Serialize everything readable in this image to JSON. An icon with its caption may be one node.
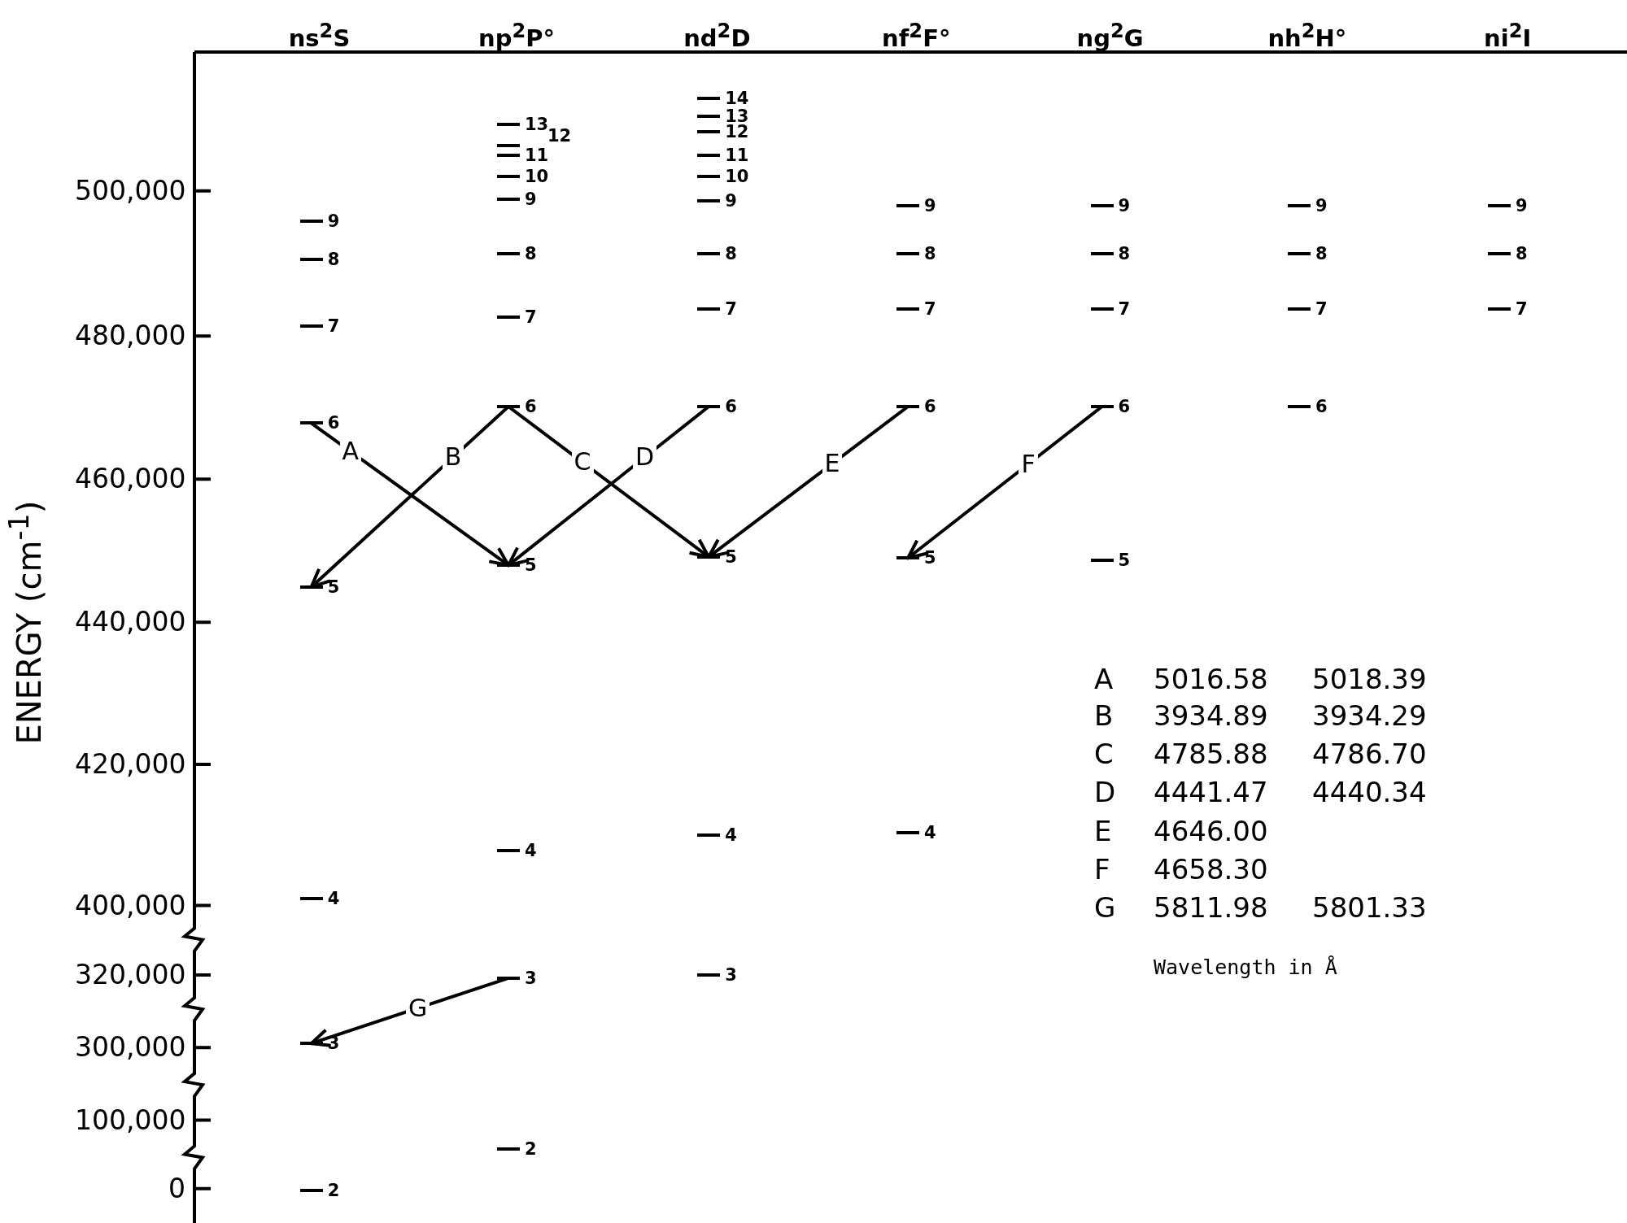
{
  "diagram": {
    "nodes": [
      {
        "text": [],
        "shape": "bar",
        "beside": [
          "9"
        ]
      },
      {
        "text": [],
        "shape": "bar",
        "beside": [
          "8"
        ]
      },
      {
        "text": [],
        "shape": "bar",
        "beside": [
          "7"
        ]
      },
      {
        "text": [],
        "shape": "bar",
        "beside": [
          "6"
        ]
      },
      {
        "text": [],
        "shape": "bar",
        "beside": [
          "5"
        ]
      },
      {
        "text": [],
        "shape": "bar",
        "beside": [
          "4"
        ]
      },
      {
        "text": [],
        "shape": "bar",
        "beside": [
          "3"
        ]
      },
      {
        "text": [],
        "shape": "bar",
        "beside": [
          "2"
        ]
      },
      {
        "text": [],
        "shape": "bar",
        "beside": [
          "13"
        ]
      },
      {
        "text": [],
        "shape": "bar",
        "beside": [
          "12"
        ]
      },
      {
        "text": [],
        "shape": "bar",
        "beside": [
          "11"
        ]
      },
      {
        "text": [],
        "shape": "bar",
        "beside": [
          "10"
        ]
      },
      {
        "text": [],
        "shape": "bar",
        "beside": [
          "9"
        ]
      },
      {
        "text": [],
        "shape": "bar",
        "beside": [
          "8"
        ]
      },
      {
        "text": [],
        "shape": "bar",
        "beside": [
          "7"
        ]
      },
      {
        "text": [],
        "shape": "bar",
        "beside": [
          "6"
        ]
      },
      {
        "text": [],
        "shape": "bar",
        "beside": [
          "5"
        ]
      },
      {
        "text": [],
        "shape": "bar",
        "beside": [
          "4"
        ]
      },
      {
        "text": [],
        "shape": "bar",
        "beside": [
          "3"
        ]
      },
      {
        "text": [],
        "shape": "bar",
        "beside": [
          "2"
        ]
      },
      {
        "text": [],
        "shape": "bar",
        "beside": [
          "14"
        ]
      },
      {
        "text": [],
        "shape": "bar",
        "beside": [
          "13"
        ]
      },
      {
        "text": [],
        "shape": "bar",
        "beside": [
          "12"
        ]
      },
      {
        "text": [],
        "shape": "bar",
        "beside": [
          "11"
        ]
      },
      {
        "text": [],
        "shape": "bar",
        "beside": [
          "10"
        ]
      },
      {
        "text": [],
        "shape": "bar",
        "beside": [
          "9"
        ]
      },
      {
        "text": [],
        "shape": "bar",
        "beside": [
          "8"
        ]
      },
      {
        "text": [],
        "shape": "bar",
        "beside": [
          "7"
        ]
      },
      {
        "text": [],
        "shape": "bar",
        "beside": [
          "6"
        ]
      },
      {
        "text": [],
        "shape": "bar",
        "beside": [
          "5"
        ]
      },
      {
        "text": [],
        "shape": "bar",
        "beside": [
          "4"
        ]
      },
      {
        "text": [],
        "shape": "bar",
        "beside": [
          "3"
        ]
      },
      {
        "text": [],
        "shape": "bar",
        "beside": [
          "9"
        ]
      },
      {
        "text": [],
        "shape": "bar",
        "beside": [
          "8"
        ]
      },
      {
        "text": [],
        "shape": "bar",
        "beside": [
          "7"
        ]
      },
      {
        "text": [],
        "shape": "bar",
        "beside": [
          "6"
        ]
      },
      {
        "text": [],
        "shape": "bar",
        "beside": [
          "5"
        ]
      },
      {
        "text": [],
        "shape": "bar",
        "beside": [
          "4"
        ]
      },
      {
        "text": [],
        "shape": "bar",
        "beside": [
          "9"
        ]
      },
      {
        "text": [],
        "shape": "bar",
        "beside": [
          "8"
        ]
      },
      {
        "text": [],
        "shape": "bar",
        "beside": [
          "7"
        ]
      },
      {
        "text": [],
        "shape": "bar",
        "beside": [
          "6"
        ]
      },
      {
        "text": [],
        "shape": "bar",
        "beside": [
          "5"
        ]
      },
      {
        "text": [],
        "shape": "bar",
        "beside": [
          "9"
        ]
      },
      {
        "text": [],
        "shape": "bar",
        "beside": [
          "8"
        ]
      },
      {
        "text": [],
        "shape": "bar",
        "beside": [
          "7"
        ]
      },
      {
        "text": [],
        "shape": "bar",
        "beside": [
          "6"
        ]
      },
      {
        "text": [],
        "shape": "bar",
        "beside": [
          "9"
        ]
      },
      {
        "text": [],
        "shape": "bar",
        "beside": [
          "8"
        ]
      },
      {
        "text": [],
        "shape": "bar",
        "beside": [
          "7"
        ]
      }
    ],
    "edges": [
      {
        "from": 3,
        "to": 16,
        "arrow": "to",
        "label": "A"
      },
      {
        "from": 15,
        "to": 4,
        "arrow": "to",
        "label": "B"
      },
      {
        "from": 15,
        "to": 29,
        "arrow": "to",
        "label": "C"
      },
      {
        "from": 28,
        "to": 16,
        "arrow": "to",
        "label": "D"
      },
      {
        "from": 35,
        "to": 29,
        "arrow": "to",
        "label": "E"
      },
      {
        "from": 41,
        "to": 36,
        "arrow": "to",
        "label": "F"
      },
      {
        "from": 18,
        "to": 6,
        "arrow": "to",
        "label": "G"
      }
    ],
    "labels": [
      "ns$^{2}$S",
      "np$^{2}$P°",
      "nd$^{2}$D",
      "nf$^{2}$F°",
      "ng$^{2}$G",
      "nh$^{2}$H°",
      "ni$^{2}$I",
      "500,000",
      "480,000",
      "460,000",
      "440,000",
      "420,000",
      "400,000",
      "320,000",
      "300,000",
      "100,000",
      "0",
      "ENERGY (cm$^{-1}$)",
      "A",
      "5016.58",
      "5018.39",
      "B",
      "3934.89",
      "3934.29",
      "C",
      "4785.88",
      "4786.70",
      "D",
      "4441.47",
      "4440.34",
      "E",
      "4646.00",
      "F",
      "4658.30",
      "G",
      "5811.98",
      "5801.33",
      "Wavelength in Å"
    ]
  }
}
